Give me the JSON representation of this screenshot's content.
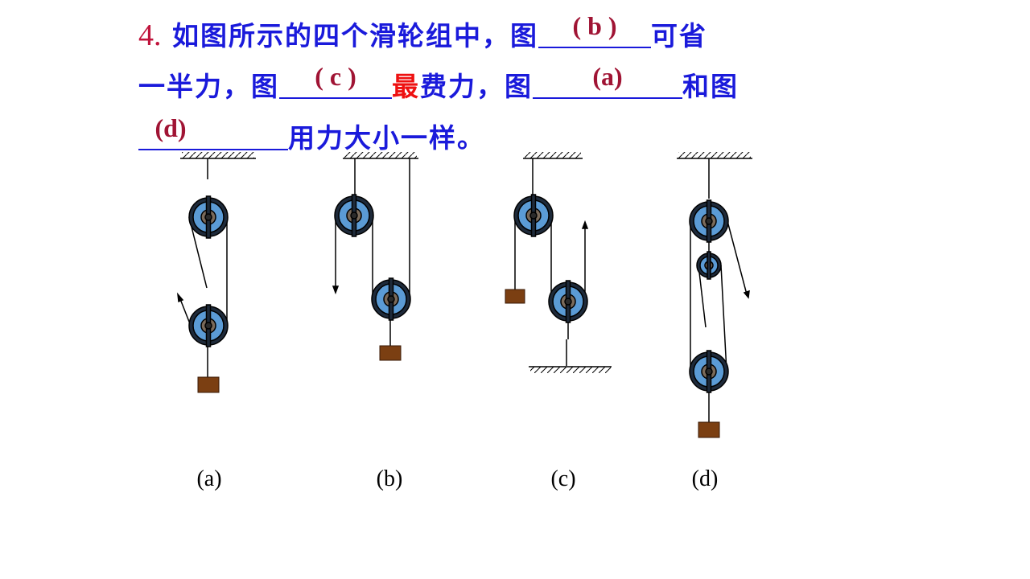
{
  "question": {
    "number": "4.",
    "line1_a": "如图所示的四个滑轮组中，图",
    "answer_b": "( b )",
    "line1_b": "可省",
    "line2_a": "一半力，图",
    "answer_c": "( c )",
    "line2_red": "最",
    "line2_b": "费力，图",
    "answer_a": "(a)",
    "line2_c": "和图",
    "answer_d": "(d)",
    "line3_a": "用力大小一样。"
  },
  "figures": {
    "a": {
      "caption": "(a)"
    },
    "b": {
      "caption": "(b)"
    },
    "c": {
      "caption": "(c)"
    },
    "d": {
      "caption": "(d)"
    }
  },
  "colors": {
    "question_text": "#1a1adb",
    "answer": "#a01434",
    "emphasis": "#ee1111",
    "pulley_face": "#5b9bd5",
    "pulley_rim": "#1e2a3a",
    "weight": "#7b3f12"
  }
}
